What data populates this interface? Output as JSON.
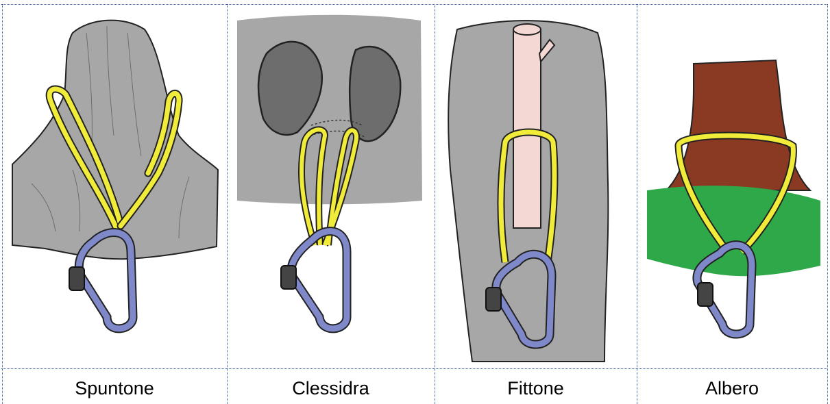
{
  "panels": [
    {
      "label": "Spuntone"
    },
    {
      "label": "Clessidra"
    },
    {
      "label": "Fittone"
    },
    {
      "label": "Albero"
    }
  ],
  "colors": {
    "rock": "#a7a7a7",
    "rock_dark": "#6d6d6d",
    "sling": "#f1ec3a",
    "carabiner": "#7f88c9",
    "stake": "#f3d8d4",
    "trunk": "#8a3a22",
    "grass": "#2fa84a",
    "grid": "#2f5aa8"
  }
}
